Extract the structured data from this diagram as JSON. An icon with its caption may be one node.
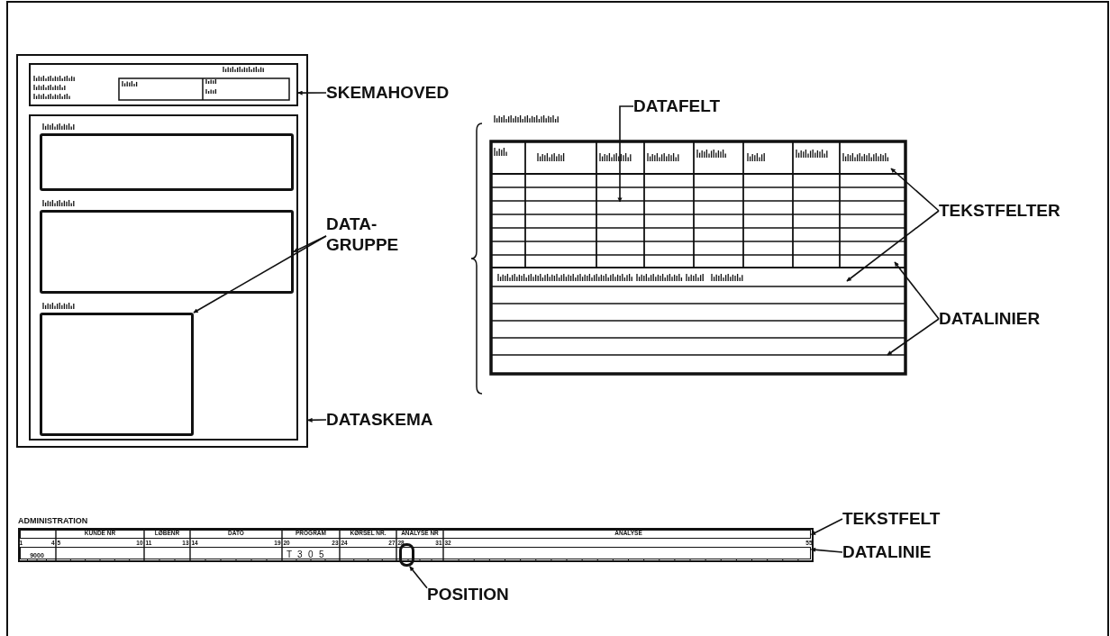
{
  "diagram": {
    "nodes": [
      {
        "text": [
          "SKEMAHOVED"
        ]
      },
      {
        "text": [
          "DATA- GRUPPE"
        ]
      },
      {
        "text": [
          "DATASKEMA"
        ]
      },
      {
        "text": [
          "DATAFELT"
        ]
      },
      {
        "text": [
          "TEKSTFELTER"
        ]
      },
      {
        "text": [
          "DATALINIER"
        ]
      },
      {
        "text": [
          "TEKSTFELT"
        ]
      },
      {
        "text": [
          "DATALINIE"
        ]
      },
      {
        "text": [
          "POSITION"
        ]
      },
      {
        "text": [],
        "shape": "box"
      },
      {
        "text": [],
        "shape": "box",
        "in": 9
      },
      {
        "text": [],
        "shape": "box",
        "in": 9
      },
      {
        "text": [],
        "shape": "box",
        "in": 11
      },
      {
        "text": [],
        "shape": "box",
        "in": 11
      },
      {
        "text": [],
        "shape": "box",
        "in": 11
      },
      {
        "text": [],
        "shape": "box"
      },
      {
        "text": [],
        "shape": "box"
      },
      {
        "text": [],
        "shape": "box",
        "in": 16
      },
      {
        "text": [],
        "shape": "box",
        "in": 16
      }
    ],
    "edges": [
      {
        "from": 0,
        "to": 10,
        "arrow": "to"
      },
      {
        "from": 1,
        "to": 13,
        "arrow": "to"
      },
      {
        "from": 1,
        "to": 14,
        "arrow": "to"
      },
      {
        "from": 2,
        "to": 9,
        "arrow": "to"
      },
      {
        "from": 3,
        "to": null,
        "arrow": "to"
      },
      {
        "from": 4,
        "to": null,
        "arrow": "to"
      },
      {
        "from": 4,
        "to": null,
        "arrow": "to"
      },
      {
        "from": 5,
        "to": null,
        "arrow": "to"
      },
      {
        "from": 5,
        "to": null,
        "arrow": "to"
      },
      {
        "from": 6,
        "to": 17,
        "arrow": "to"
      },
      {
        "from": 7,
        "to": 18,
        "arrow": "to"
      },
      {
        "from": 8,
        "to": 15,
        "arrow": "to"
      }
    ],
    "labels": [
      "ADMINISTRATION",
      "KUNDE NR",
      "LØBENR",
      "DATO",
      "PROGRAM",
      "KØRSEL NR.",
      "ANALYSE NR",
      "ANALYSE",
      "1",
      "4",
      "5",
      "10",
      "11",
      "13",
      "14",
      "19",
      "20",
      "23",
      "24",
      "27",
      "28",
      "31",
      "32",
      "55",
      "9000",
      "T",
      "3",
      "0",
      "5"
    ]
  }
}
